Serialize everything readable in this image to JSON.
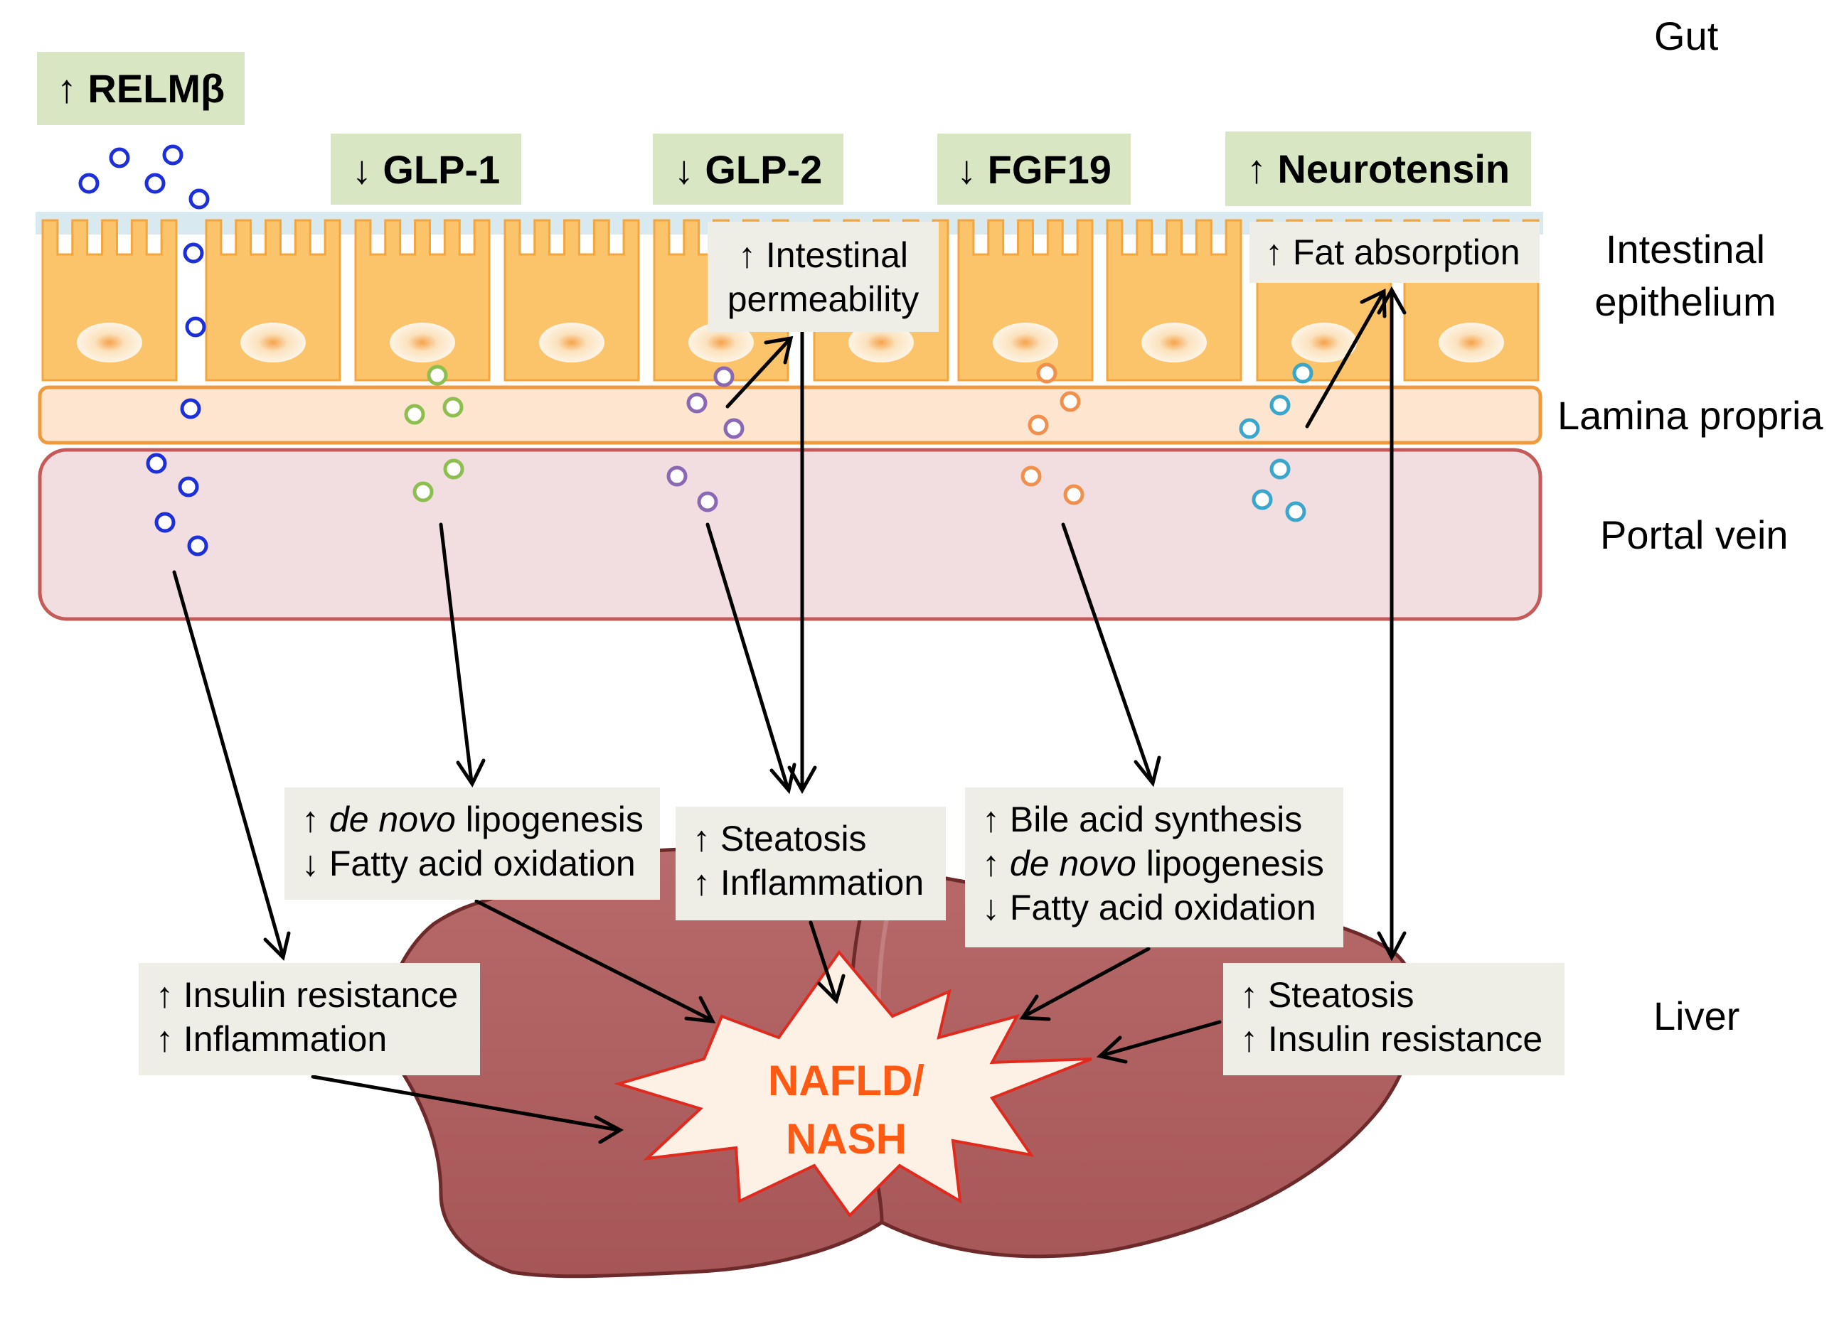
{
  "regions": {
    "gut": "Gut",
    "epithelium_line1": "Intestinal",
    "epithelium_line2": "epithelium",
    "lamina": "Lamina propria",
    "portal": "Portal vein",
    "liver": "Liver"
  },
  "hormones": {
    "relm": "↑ RELMβ",
    "glp1": "↓ GLP-1",
    "glp2": "↓ GLP-2",
    "fgf19": "↓ FGF19",
    "neurotensin": "↑ Neurotensin"
  },
  "effects": {
    "permeability_line1": "↑ Intestinal",
    "permeability_line2": "permeability",
    "fat_absorption": "↑ Fat absorption",
    "glp1_line1_arrow": "↑ ",
    "glp1_line1_italic": "de novo",
    "glp1_line1_rest": " lipogenesis",
    "glp1_line2": "↓ Fatty acid oxidation",
    "glp2_line1": "↑ Steatosis",
    "glp2_line2": "↑ Inflammation",
    "fgf_line1": "↑ Bile acid synthesis",
    "fgf_line2_arrow": "↑ ",
    "fgf_line2_italic": "de novo",
    "fgf_line2_rest": " lipogenesis",
    "fgf_line3": "↓ Fatty acid oxidation",
    "relm_line1": "↑ Insulin resistance",
    "relm_line2": "↑ Inflammation",
    "nt_line1": "↑ Steatosis",
    "nt_line2": "↑ Insulin resistance"
  },
  "center": {
    "line1": "NAFLD/",
    "line2": "NASH"
  },
  "colors": {
    "relm": "#1c2fd8",
    "glp1": "#8cbf4e",
    "glp2": "#8a68b4",
    "fgf19": "#f0904c",
    "neurotensin": "#3aa6cc"
  }
}
